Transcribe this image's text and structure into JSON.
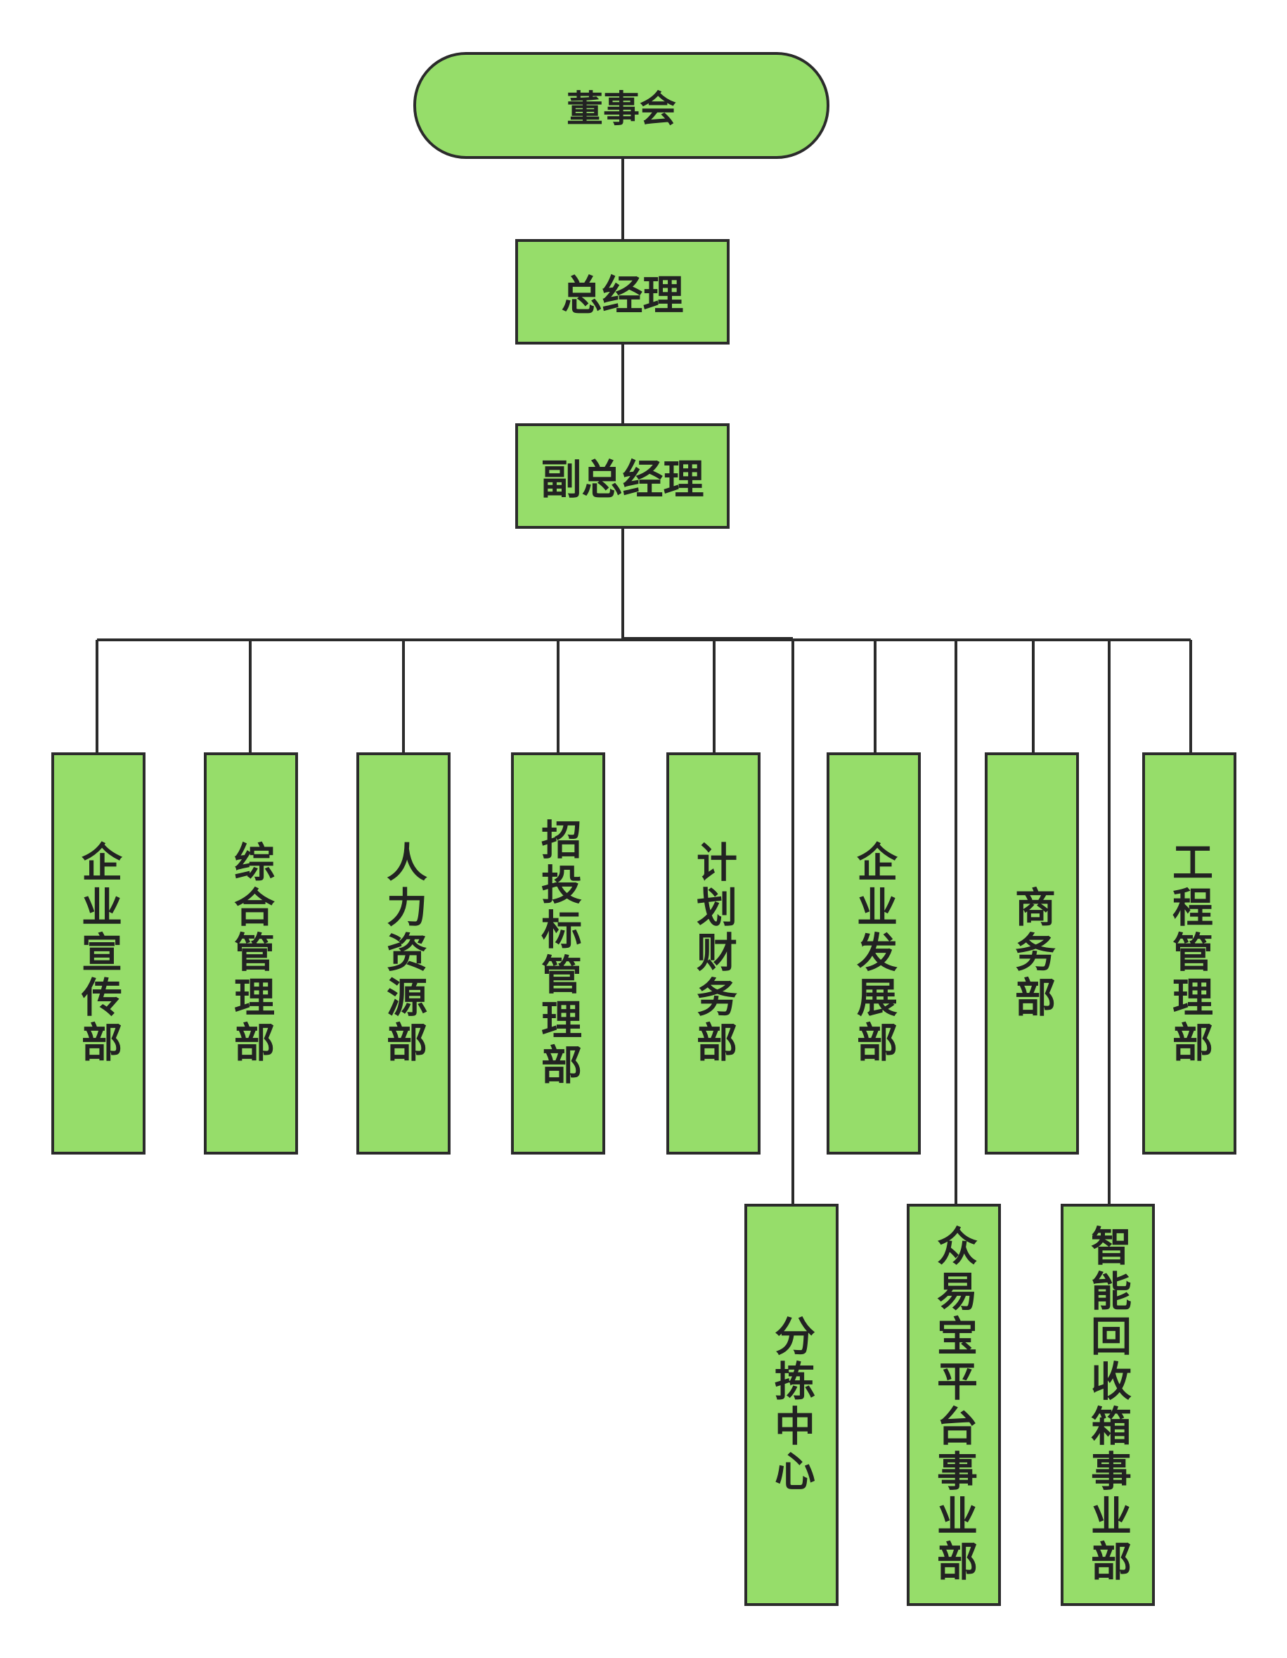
{
  "colors": {
    "box_fill": "#96dd6a",
    "line": "#2b2b2b"
  },
  "nodes": {
    "board": "董事会",
    "gm": "总经理",
    "dgm": "副总经理"
  },
  "departments": [
    "企业宣传部",
    "综合管理部",
    "人力资源部",
    "招投标管理部",
    "计划财务部",
    "企业发展部",
    "商务部",
    "工程管理部",
    "分拣中心",
    "众易宝平台事业部",
    "智能回收箱事业部"
  ]
}
